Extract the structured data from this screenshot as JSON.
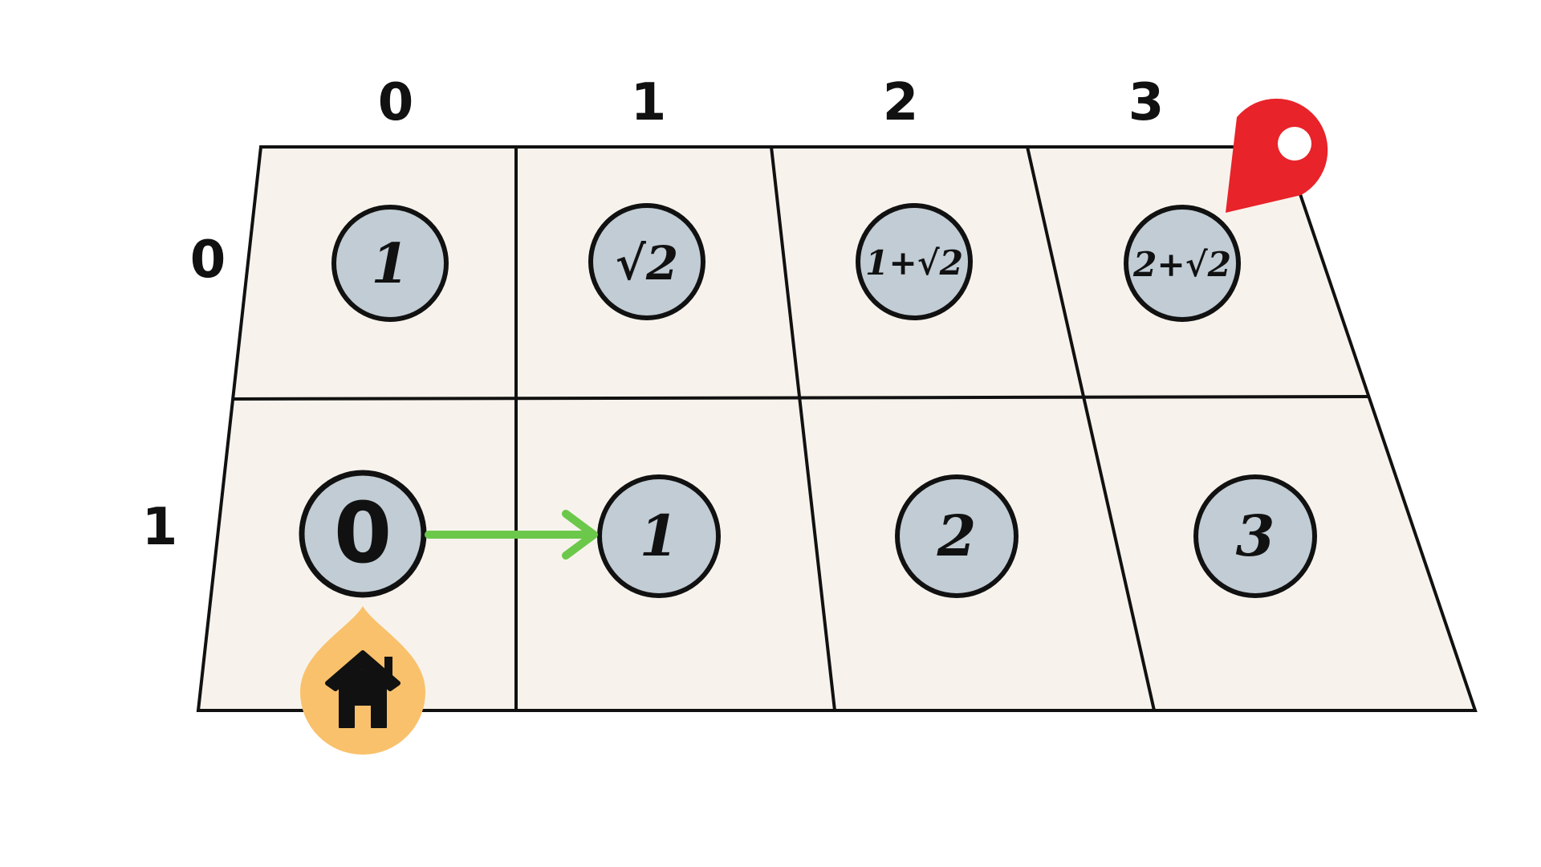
{
  "grid": {
    "column_labels": [
      "0",
      "1",
      "2",
      "3"
    ],
    "row_labels": [
      "0",
      "1"
    ],
    "cell_fill": "#f7f3ec",
    "line_color": "#111111"
  },
  "nodes": {
    "r0c0": "1",
    "r0c1": "√2",
    "r0c2": "1+√2",
    "r0c3": "2+√2",
    "r1c0": "0",
    "r1c1": "1",
    "r1c2": "2",
    "r1c3": "3"
  },
  "node_style": {
    "fill": "#c1ccd4",
    "stroke": "#111111"
  },
  "arrow": {
    "from": "r1c0",
    "to": "r1c1",
    "color": "#6cc84a"
  },
  "markers": {
    "start": {
      "icon": "home-icon",
      "color": "#f9c16b",
      "cell": "r1c0"
    },
    "goal": {
      "icon": "map-pin-icon",
      "color": "#e8232a",
      "cell": "r0c3"
    }
  }
}
